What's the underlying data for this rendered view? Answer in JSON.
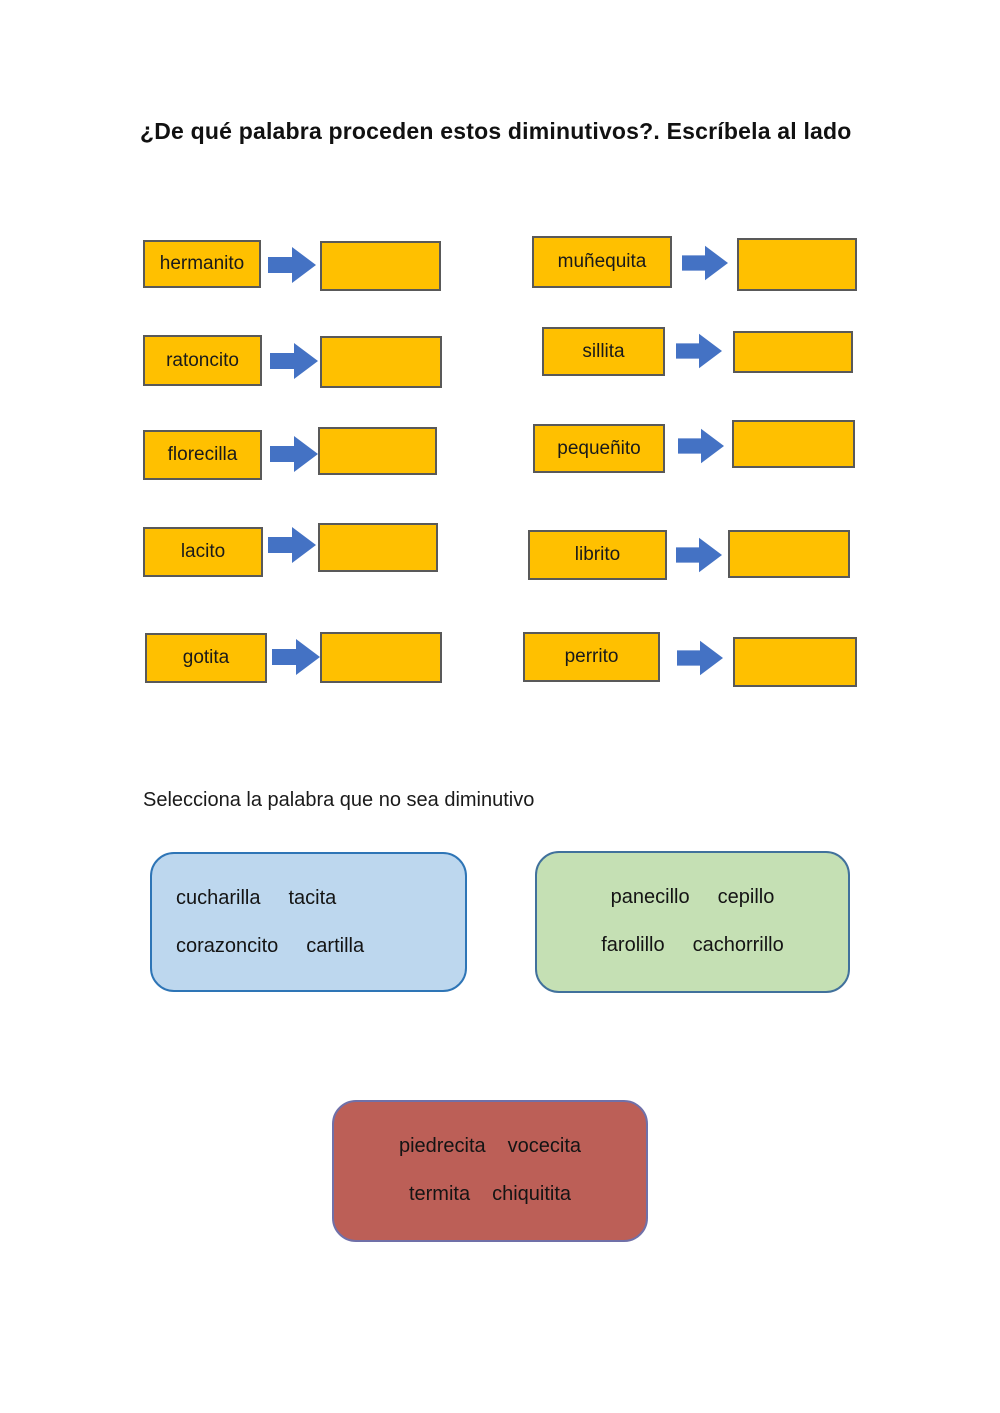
{
  "page": {
    "title": "¿De qué palabra proceden estos diminutivos?. Escríbela al lado"
  },
  "matching": {
    "left": [
      "hermanito",
      "ratoncito",
      "florecilla",
      "lacito",
      "gotita"
    ],
    "right": [
      "muñequita",
      "sillita",
      "pequeñito",
      "librito",
      "perrito"
    ]
  },
  "selection": {
    "instruction": "Selecciona la palabra que no sea diminutivo",
    "groups": [
      {
        "id": "blue-group",
        "fill": "#BDD7EE",
        "border": "#2E75B6",
        "lines": [
          [
            "cucharilla",
            "tacita"
          ],
          [
            "corazoncito",
            "cartilla"
          ]
        ]
      },
      {
        "id": "green-group",
        "fill": "#C5E0B4",
        "border": "#41719C",
        "lines": [
          [
            "panecillo",
            "cepillo"
          ],
          [
            "farolillo",
            "cachorrillo"
          ]
        ]
      },
      {
        "id": "red-group",
        "fill": "#BC5F57",
        "border": "#7070A8",
        "lines": [
          [
            "piedrecita",
            "vocecita"
          ],
          [
            "termita",
            "chiquitita"
          ]
        ]
      }
    ]
  },
  "colors": {
    "word_box_fill": "#FFC000",
    "word_box_border": "#595959",
    "arrow": "#4472C4"
  }
}
